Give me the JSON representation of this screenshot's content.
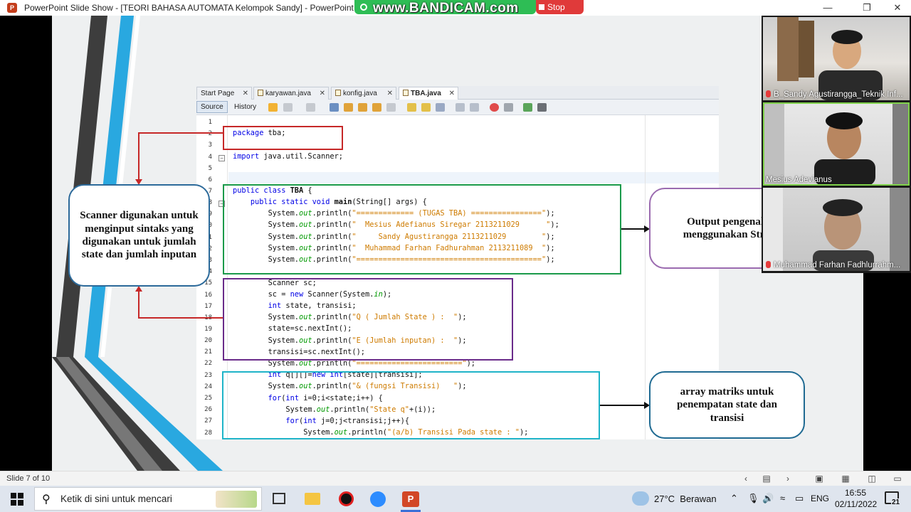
{
  "window": {
    "title": "PowerPoint Slide Show - [TEORI BAHASA AUTOMATA Kelompok Sandy] - PowerPoint",
    "icon_label": "P",
    "controls": [
      "minimize-icon",
      "restore-icon",
      "close-icon"
    ]
  },
  "recorder": {
    "watermark": "www.BANDICAM.com",
    "stop_share": "Stop Share"
  },
  "editor": {
    "tabs": [
      {
        "label": "Start Page",
        "active": false
      },
      {
        "label": "karyawan.java",
        "active": false
      },
      {
        "label": "konfig.java",
        "active": false
      },
      {
        "label": "TBA.java",
        "active": true
      }
    ],
    "source_label": "Source",
    "history_label": "History",
    "line_numbers": [
      "1",
      "2",
      "3",
      "4",
      "5",
      "6",
      "7",
      "8",
      "9",
      "10",
      "11",
      "12",
      "13",
      "14",
      "15",
      "16",
      "17",
      "18",
      "19",
      "20",
      "21",
      "22",
      "23",
      "24",
      "25",
      "26",
      "27",
      "28"
    ]
  },
  "callouts": {
    "left": "Scanner digunakan untuk menginput sintaks yang digunakan untuk jumlah state dan jumlah inputan",
    "right_top": "Output pengenalan menggunakan String",
    "right_bottom": "array matriks untuk penempatan state dan transisi"
  },
  "colors": {
    "box_package": "#c62828",
    "box_class": "#1a9a4a",
    "box_scanner": "#6a2b8a",
    "box_array": "#1fb4c8",
    "callout_left_border": "#2c6a9a",
    "callout_top_border": "#9b6bb0",
    "callout_bottom_border": "#1f6a92",
    "slide_stripe_blue": "#29a8e0"
  },
  "participants": [
    {
      "name": "B_Sandy Agustirangga_Teknik Inf...",
      "muted": true
    },
    {
      "name": "Mesius Adevianus",
      "muted": false,
      "speaking": true
    },
    {
      "name": "Muhammad Farhan Fadhlurrahm...",
      "muted": true
    }
  ],
  "statusbar": {
    "slide_info": "Slide 7 of 10"
  },
  "taskbar": {
    "search_placeholder": "Ketik di sini untuk mencari",
    "weather": "27°C  Berawan",
    "language": "ENG",
    "time": "16:55",
    "date": "02/11/2022",
    "notifications": "21"
  }
}
